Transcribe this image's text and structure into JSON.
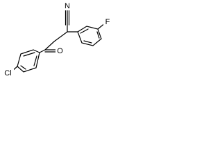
{
  "atom_labels": {
    "nitrile_n": "N",
    "carbonyl_o": "O",
    "fluorine": "F",
    "chlorine": "Cl"
  },
  "colors": {
    "bond": "#000000",
    "background": "#ffffff"
  }
}
